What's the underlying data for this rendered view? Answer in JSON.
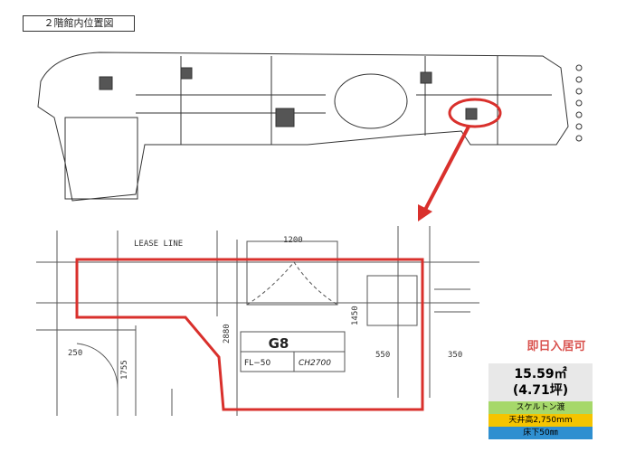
{
  "title": "２階館内位置図",
  "detail": {
    "unit": "G8",
    "floor_level": "FL−50",
    "ceiling_height": "CH2700",
    "lease_line": "LEASE LINE",
    "dimensions": [
      "1200",
      "2880",
      "1755",
      "250",
      "1450",
      "550",
      "350"
    ]
  },
  "info": {
    "availability": "即日入居可",
    "area_sqm": "15.59㎡",
    "area_tsubo": "(4.71坪)",
    "condition": "スケルトン渡",
    "ceiling": "天井高2,750mm",
    "floor": "床下50㎜",
    "colors": {
      "condition": "#a6d86a",
      "ceiling": "#f5c400",
      "floor": "#2f8fd0",
      "accent": "#d9302c"
    }
  }
}
